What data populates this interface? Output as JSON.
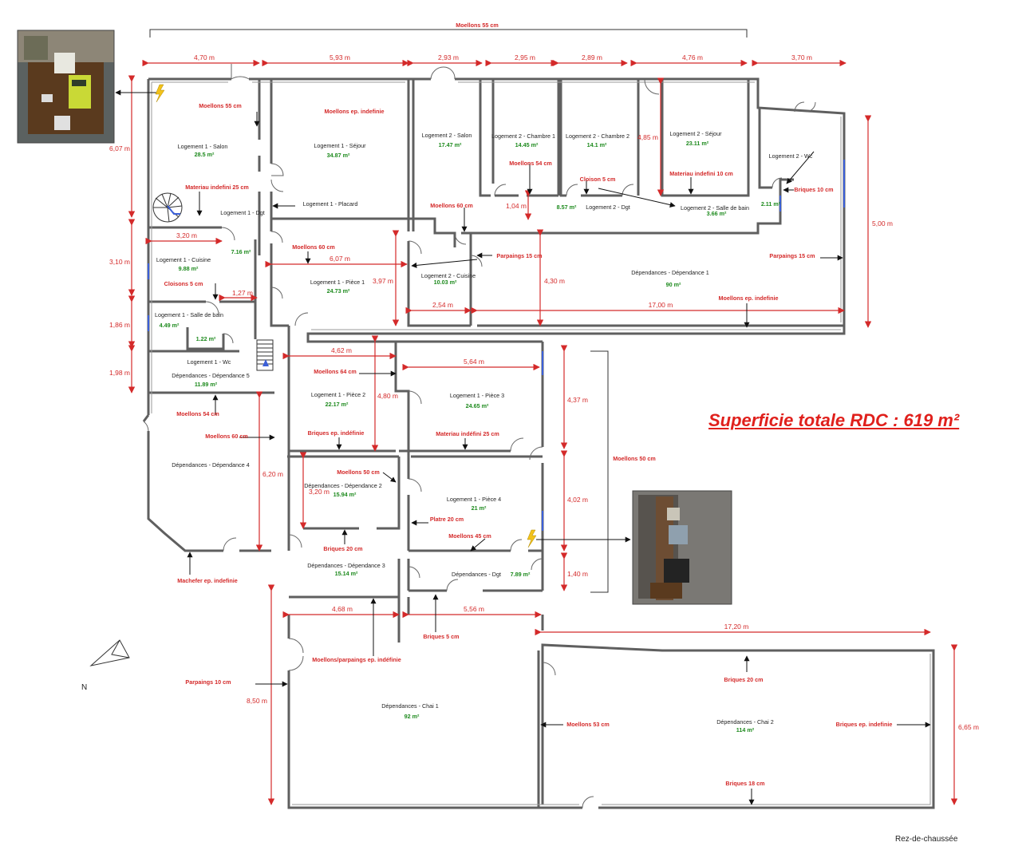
{
  "title": "Superficie totale RDC : 619 m²",
  "level_label": "Rez-de-chaussée",
  "north_label": "N",
  "colors": {
    "wall": "#5f5f5f",
    "dimension": "#d42a2a",
    "material": "#d42a2a",
    "area": "#1d8a1d",
    "room": "#222222",
    "arrow": "#111111"
  },
  "rooms": [
    {
      "id": "l1-salon",
      "name": "Logement 1 - Salon",
      "area": "28.5 m²"
    },
    {
      "id": "l1-sejour",
      "name": "Logement 1 - Séjour",
      "area": "34.87 m²"
    },
    {
      "id": "l2-salon",
      "name": "Logement 2 - Salon",
      "area": "17.47 m²"
    },
    {
      "id": "l2-chambre1",
      "name": "Logement 2 - Chambre 1",
      "area": "14.45 m²"
    },
    {
      "id": "l2-chambre2",
      "name": "Logement 2 - Chambre 2",
      "area": "14.1 m²"
    },
    {
      "id": "l2-sejour",
      "name": "Logement 2 - Séjour",
      "area": "23.11 m²"
    },
    {
      "id": "l2-wc",
      "name": "Logement 2 - Wc",
      "area": "2.11 m²"
    },
    {
      "id": "l1-placard",
      "name": "Logement 1 - Placard",
      "area": ""
    },
    {
      "id": "l1-dgt",
      "name": "Logement 1 - Dgt",
      "area": "7.16 m²"
    },
    {
      "id": "l2-dgt",
      "name": "Logement 2 - Dgt",
      "area": "8.57 m²"
    },
    {
      "id": "l2-sdb",
      "name": "Logement 2 - Salle de bain",
      "area": "3.66 m²"
    },
    {
      "id": "l1-cuisine",
      "name": "Logement 1 - Cuisine",
      "area": "9.88 m²"
    },
    {
      "id": "l1-piece1",
      "name": "Logement 1 - Pièce 1",
      "area": "24.73 m²"
    },
    {
      "id": "l2-cuisine",
      "name": "Logement 2 - Cuisine",
      "area": "10.03 m²"
    },
    {
      "id": "dep1",
      "name": "Dépendances - Dépendance 1",
      "area": "90 m²"
    },
    {
      "id": "l1-sdb",
      "name": "Logement 1 - Salle de bain",
      "area": "4.49 m²"
    },
    {
      "id": "l1-wc",
      "name": "Logement 1 - Wc",
      "area": "1.22 m²"
    },
    {
      "id": "dep5",
      "name": "Dépendances - Dépendance 5",
      "area": "11.89 m²"
    },
    {
      "id": "l1-piece2",
      "name": "Logement 1 - Pièce 2",
      "area": "22.17 m²"
    },
    {
      "id": "l1-piece3",
      "name": "Logement 1 - Pièce 3",
      "area": "24.65 m²"
    },
    {
      "id": "dep4",
      "name": "Dépendances - Dépendance 4",
      "area": ""
    },
    {
      "id": "dep2",
      "name": "Dépendances - Dépendance 2",
      "area": "15.94 m²"
    },
    {
      "id": "l1-piece4",
      "name": "Logement 1 - Pièce 4",
      "area": "21 m²"
    },
    {
      "id": "dep3",
      "name": "Dépendances - Dépendance 3",
      "area": "15.14 m²"
    },
    {
      "id": "dep-dgt",
      "name": "Dépendances - Dgt",
      "area": "7.89 m²"
    },
    {
      "id": "chai1",
      "name": "Dépendances - Chai 1",
      "area": "92 m²"
    },
    {
      "id": "chai2",
      "name": "Dépendances - Chai 2",
      "area": "114 m²"
    }
  ],
  "dimensions": [
    "Moellons 55 cm",
    "4,70 m",
    "5,93 m",
    "2,93 m",
    "2,95 m",
    "2,89 m",
    "4,76 m",
    "3,70 m",
    "6,07 m",
    "4,85 m",
    "5,00 m",
    "3,20 m",
    "3,10 m",
    "6,07 m",
    "3,97 m",
    "4,30 m",
    "1,04 m",
    "1,27 m",
    "2,54 m",
    "17,00 m",
    "1,86 m",
    "1,98 m",
    "4,62 m",
    "5,64 m",
    "4,80 m",
    "4,37 m",
    "6,20 m",
    "3,20 m",
    "4,02 m",
    "1,40 m",
    "4,68 m",
    "5,56 m",
    "17,20 m",
    "8,50 m",
    "6,65 m"
  ],
  "materials": [
    "Moellons 55 cm",
    "Moellons ep. indefinie",
    "Moellons 54 cm",
    "Cloison 5 cm",
    "Materiau indefini 10 cm",
    "Materiau indefini 25 cm",
    "Moellons 60 cm",
    "Briques 10 cm",
    "Moellons 60 cm",
    "Parpaings 15 cm",
    "Parpaings 15 cm",
    "Cloisons 5 cm",
    "Moellons ep. indefinie",
    "Moellons 64 cm",
    "Moellons 54 cm",
    "Moellons 60 cm",
    "Briques ep. indéfinie",
    "Materiau indéfini 25 cm",
    "Moellons 50 cm",
    "Moellons 50 cm",
    "Platre 20 cm",
    "Moellons 45 cm",
    "Briques 20 cm",
    "Machefer ep. indefinie",
    "Briques 5 cm",
    "Moellons/parpaings ep. indéfinie",
    "Parpaings 10 cm",
    "Briques 20 cm",
    "Moellons 53 cm",
    "Briques ep. indefinie",
    "Briques 18 cm"
  ],
  "icons": {
    "electric_panel": "lightning-bolt-icon",
    "electric_meter": "lightning-bolt-icon",
    "stairs": "stairs-icon",
    "spiral_stairs": "spiral-stairs-icon",
    "compass": "north-arrow-icon"
  }
}
